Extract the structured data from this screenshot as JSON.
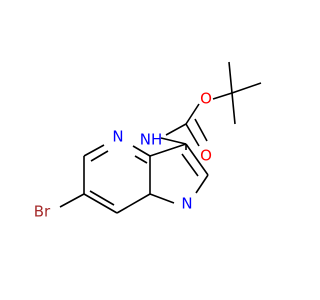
{
  "molecule": {
    "atoms": {
      "br": {
        "label": "Br",
        "color": "#a52a2a"
      },
      "n_pyrimidine": {
        "label": "N",
        "color": "#0000ff"
      },
      "n_bridge": {
        "label": "N",
        "color": "#0000ff"
      },
      "n_pyrazole": {
        "label": "N",
        "color": "#0000ff"
      },
      "nh": {
        "label": "NH",
        "color": "#0000ff"
      },
      "o_ester": {
        "label": "O",
        "color": "#ff0000"
      },
      "o_carbonyl": {
        "label": "O",
        "color": "#ff0000"
      }
    },
    "bond_color": "#000000"
  }
}
